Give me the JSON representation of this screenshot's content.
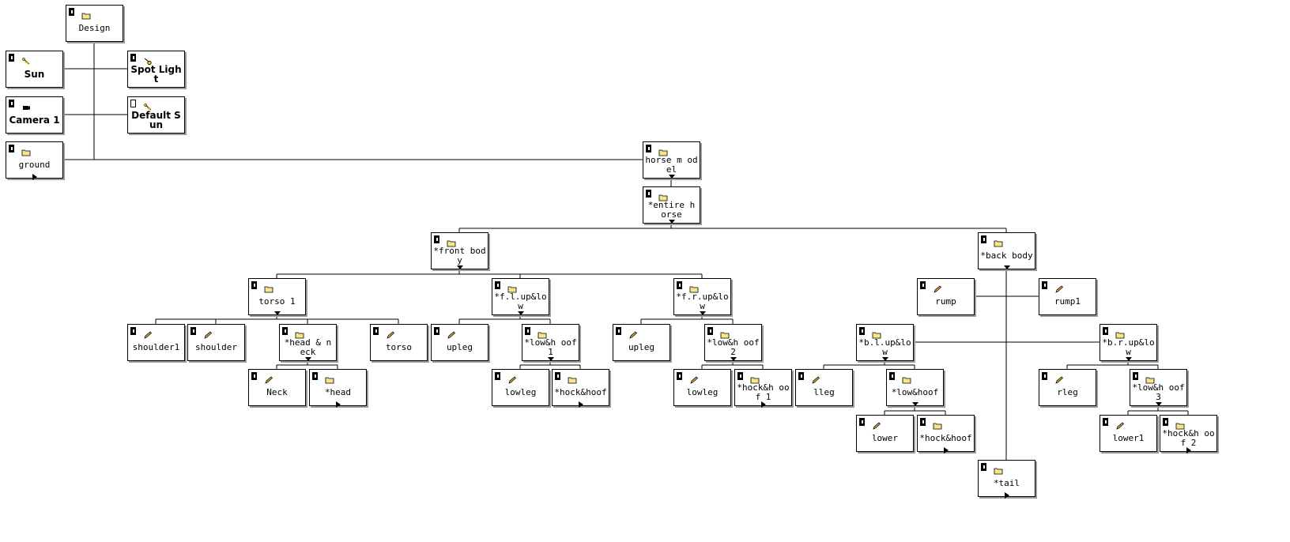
{
  "colors": {
    "folder": "#f6e58d",
    "pencil": "#c9a227",
    "light": "#f0c400",
    "shadow": "#9a9a9a"
  },
  "nodes": [
    {
      "name": "Design",
      "icon": "folder-icon",
      "vis": true
    },
    {
      "name": "Sun",
      "icon": "sun-icon",
      "vis": true,
      "bold": true
    },
    {
      "name": "Spot Light",
      "icon": "spotlight-icon",
      "vis": true,
      "bold": true
    },
    {
      "name": "Camera 1",
      "icon": "camera-icon",
      "vis": true,
      "bold": true
    },
    {
      "name": "Default S un",
      "icon": "sun-icon",
      "vis": false,
      "bold": true
    },
    {
      "name": "ground",
      "icon": "folder-icon",
      "vis": true,
      "tri": "right"
    },
    {
      "name": "horse m odel",
      "icon": "folder-icon",
      "vis": true,
      "tri": "down"
    },
    {
      "name": "*entire h orse",
      "icon": "folder-icon",
      "vis": true,
      "tri": "down"
    },
    {
      "name": "*front body",
      "icon": "folder-icon",
      "vis": true,
      "tri": "down"
    },
    {
      "name": "*back body",
      "icon": "folder-icon",
      "vis": true,
      "tri": "down"
    },
    {
      "name": "torso 1",
      "icon": "folder-icon",
      "vis": true,
      "tri": "down"
    },
    {
      "name": "*f.l.up&low",
      "icon": "folder-icon",
      "vis": true,
      "tri": "down"
    },
    {
      "name": "*f.r.up&low",
      "icon": "folder-icon",
      "vis": true,
      "tri": "down"
    },
    {
      "name": "rump",
      "icon": "pencil-icon",
      "vis": true
    },
    {
      "name": "rump1",
      "icon": "pencil-icon",
      "vis": true
    },
    {
      "name": "shoulder1",
      "icon": "pencil-icon",
      "vis": true
    },
    {
      "name": "shoulder",
      "icon": "pencil-icon",
      "vis": true
    },
    {
      "name": "*head & n eck",
      "icon": "folder-icon",
      "vis": true,
      "tri": "down"
    },
    {
      "name": "torso",
      "icon": "pencil-icon",
      "vis": true
    },
    {
      "name": "upleg",
      "icon": "pencil-icon",
      "vis": true
    },
    {
      "name": "*low&h oof 1",
      "icon": "folder-icon",
      "vis": true,
      "tri": "down"
    },
    {
      "name": "upleg",
      "icon": "pencil-icon",
      "vis": true
    },
    {
      "name": "*low&h oof 2",
      "icon": "folder-icon",
      "vis": true,
      "tri": "down"
    },
    {
      "name": "*b.l.up&low",
      "icon": "folder-icon",
      "vis": true,
      "tri": "down"
    },
    {
      "name": "*b.r.up&low",
      "icon": "folder-icon",
      "vis": true,
      "tri": "down"
    },
    {
      "name": "Neck",
      "icon": "pencil-icon",
      "vis": true
    },
    {
      "name": "*head",
      "icon": "folder-icon",
      "vis": true,
      "tri": "right"
    },
    {
      "name": "lowleg",
      "icon": "pencil-icon",
      "vis": true
    },
    {
      "name": "*hock&hoof",
      "icon": "folder-icon",
      "vis": true,
      "tri": "right"
    },
    {
      "name": "lowleg",
      "icon": "pencil-icon",
      "vis": true
    },
    {
      "name": "*hock&h oof 1",
      "icon": "folder-icon",
      "vis": true,
      "tri": "right"
    },
    {
      "name": "lleg",
      "icon": "pencil-icon",
      "vis": true
    },
    {
      "name": "*low&hoof",
      "icon": "folder-icon",
      "vis": true,
      "tri": "down"
    },
    {
      "name": "rleg",
      "icon": "pencil-icon",
      "vis": true
    },
    {
      "name": "*low&h oof 3",
      "icon": "folder-icon",
      "vis": true,
      "tri": "down"
    },
    {
      "name": "lower",
      "icon": "pencil-icon",
      "vis": true
    },
    {
      "name": "*hock&hoof",
      "icon": "folder-icon",
      "vis": true,
      "tri": "right"
    },
    {
      "name": "lower1",
      "icon": "pencil-icon",
      "vis": true
    },
    {
      "name": "*hock&h oof 2",
      "icon": "folder-icon",
      "vis": true,
      "tri": "right"
    },
    {
      "name": "*tail",
      "icon": "folder-icon",
      "vis": true,
      "tri": "right"
    }
  ]
}
